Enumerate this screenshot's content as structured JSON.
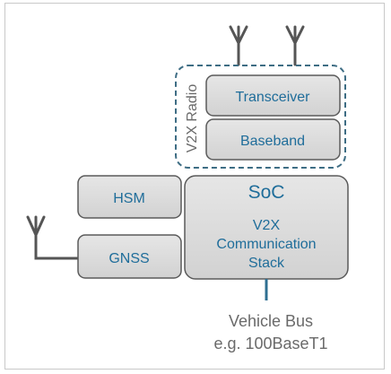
{
  "radio": {
    "group_label": "V2X Radio",
    "transceiver_label": "Transceiver",
    "baseband_label": "Baseband"
  },
  "soc": {
    "title": "SoC",
    "stack_lines": [
      "V2X",
      "Communication",
      "Stack"
    ]
  },
  "hsm": {
    "label": "HSM"
  },
  "gnss": {
    "label": "GNSS"
  },
  "bus": {
    "lines": [
      "Vehicle Bus",
      "e.g. 100BaseT1"
    ]
  },
  "colors": {
    "box_fill": "#dcdcdc",
    "box_stroke": "#5a5a5a",
    "label_text": "#1f6d9a",
    "dashed_border": "#3e6d84",
    "bus_line": "#2f6f92",
    "antenna": "#555555",
    "caption_text": "#6a6a6a"
  }
}
